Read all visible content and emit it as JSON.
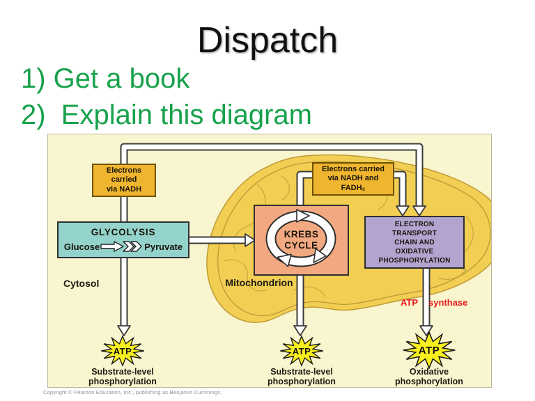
{
  "slide": {
    "title": "Dispatch",
    "items": [
      {
        "label": "1) Get a book"
      },
      {
        "label": "2)  Explain this diagram"
      }
    ]
  },
  "diagram": {
    "boxes": {
      "nadh": {
        "line1": "Electrons",
        "line2": "carried",
        "line3": "via NADH"
      },
      "nadh_fadh2": {
        "line1": "Electrons carried",
        "line2": "via NADH and",
        "line3": "FADH₂"
      },
      "glycolysis": {
        "title": "GLYCOLYSIS",
        "left": "Glucose",
        "right": "Pyruvate"
      },
      "krebs": {
        "line1": "KREBS",
        "line2": "CYCLE"
      },
      "etc": {
        "line1": "ELECTRON",
        "line2": "TRANSPORT",
        "line3": "CHAIN AND",
        "line4": "OXIDATIVE",
        "line5": "PHOSPHORYLATION"
      }
    },
    "labels": {
      "cytosol": "Cytosol",
      "mitochondrion": "Mitochondrion",
      "atp_synthase_word1": "ATP",
      "atp_synthase_word2": "synthase",
      "atp": "ATP",
      "substrate_line1": "Substrate-level",
      "substrate_line2": "phosphorylation",
      "oxidative_line1": "Oxidative",
      "oxidative_line2": "phosphorylation"
    },
    "colors": {
      "green": "#17A24B",
      "panel": "#F9F5CE",
      "gold": "#EFB52E",
      "teal": "#93D3CC",
      "salmon": "#F2A981",
      "purple": "#B2A4CF",
      "star_yellow": "#F8EF1E",
      "blob_outer": "#F2CF52",
      "blob_inner": "#F8E97E",
      "red": "#E8191C"
    }
  },
  "footer": {
    "copyright": "Copyright © Pearson Education, Inc., publishing as Benjamin Cummings."
  }
}
